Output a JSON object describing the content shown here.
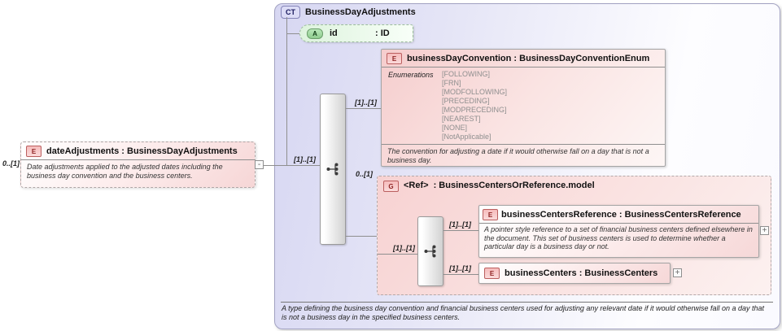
{
  "external_element": {
    "badge": "E",
    "cardinality": "0..[1]",
    "title": "dateAdjustments : BusinessDayAdjustments",
    "description": "Date adjustments applied to the adjusted dates including the business day convention and the business centers.",
    "collapse_label": "-"
  },
  "complex_type": {
    "badge": "CT",
    "title": "BusinessDayAdjustments",
    "description": "A type defining the business day convention and financial business centers used for adjusting any relevant date if it would otherwise fall on a day that is not a business day in the specified business centers."
  },
  "attribute": {
    "badge": "A",
    "name": "id",
    "type": ": ID"
  },
  "cardinalities": {
    "sequence_in": "[1]..[1]",
    "enum_in": "[1]..[1]",
    "group_in": "0..[1]",
    "group_sequence_in": "[1]..[1]",
    "bcr_in": "[1]..[1]",
    "bc_in": "[1]..[1]"
  },
  "enum_element": {
    "badge": "E",
    "title": "businessDayConvention : BusinessDayConventionEnum",
    "section_label": "Enumerations",
    "values": [
      "[FOLLOWING]",
      "[FRN]",
      "[MODFOLLOWING]",
      "[PRECEDING]",
      "[MODPRECEDING]",
      "[NEAREST]",
      "[NONE]",
      "[NotApplicable]"
    ],
    "description": "The convention for adjusting a date if it would otherwise fall on a day that is not a business day."
  },
  "group": {
    "badge": "G",
    "name": "<Ref>",
    "type": ": BusinessCentersOrReference.model"
  },
  "business_centers_reference": {
    "badge": "E",
    "title": "businessCentersReference : BusinessCentersReference",
    "description": "A pointer style reference to a set of financial business centers defined elsewhere in the document. This set of business centers is used to determine whether a particular day is a business day or not.",
    "expand_label": "+"
  },
  "business_centers": {
    "badge": "E",
    "title": "businessCenters : BusinessCenters",
    "expand_label": "+"
  },
  "colors": {
    "container_fill": "#d7d7f2",
    "element_pink": "#f6d8d8",
    "attribute_green": "#ddf3dd",
    "connector_gray": "#8f8f8f"
  }
}
